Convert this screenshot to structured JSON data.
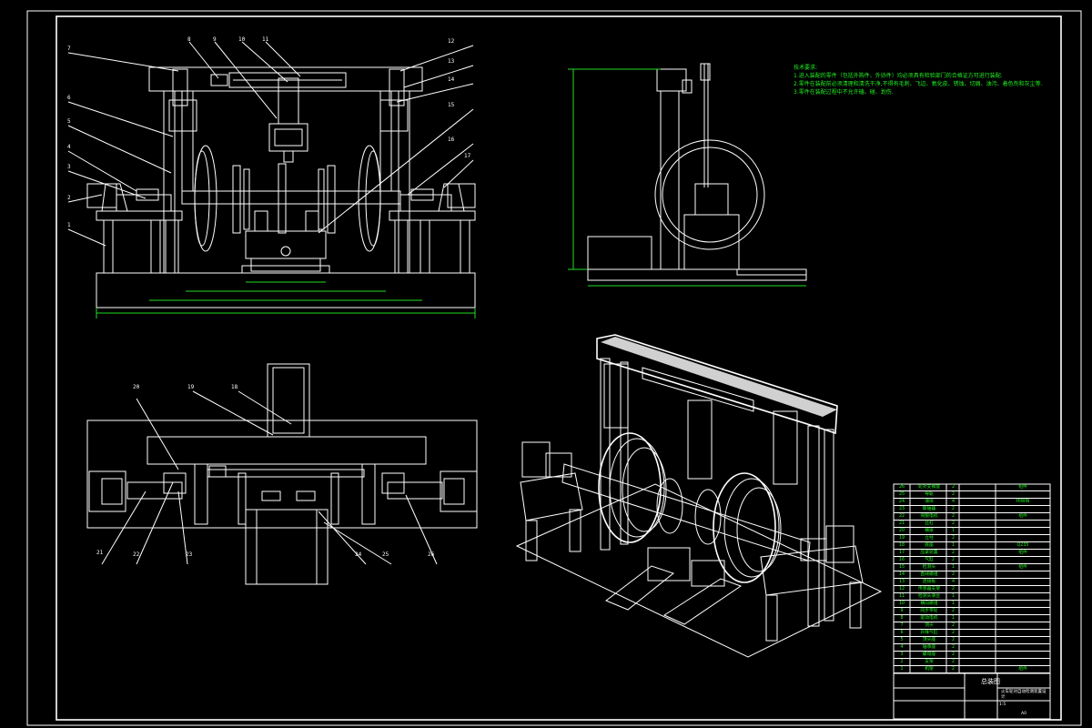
{
  "drawing": {
    "tech_requirements": {
      "heading": "技术要求:",
      "lines": [
        "1.进入装配的零件（包括外购件、外协件）均必须具有检验部门的合格证方可进行装配.",
        "2.零件在装配前必须清理和清洗干净,不得有毛刺、飞边、氧化皮、锈蚀、切屑、油污、着色剂和灰尘等.",
        "3.零件在装配过程中不允许磕、碰、划伤."
      ]
    },
    "front_view": {
      "labels_left": [
        "7",
        "6",
        "5",
        "4",
        "3",
        "2",
        "1"
      ],
      "labels_top": [
        "8",
        "9",
        "10",
        "11"
      ],
      "labels_right": [
        "12",
        "13",
        "14",
        "15",
        "16",
        "17"
      ]
    },
    "top_view": {
      "labels_top": [
        "20",
        "19",
        "18"
      ],
      "labels_bottom": [
        "21",
        "22",
        "23",
        "24",
        "25",
        "26"
      ]
    },
    "bom_table": {
      "rows": [
        {
          "no": "26",
          "name": "轮对支撑座",
          "qty": "2",
          "note": "组件"
        },
        {
          "no": "25",
          "name": "导轨",
          "qty": "2",
          "note": ""
        },
        {
          "no": "24",
          "name": "滑块",
          "qty": "4",
          "note": "HIWIN"
        },
        {
          "no": "23",
          "name": "联轴器",
          "qty": "2",
          "note": ""
        },
        {
          "no": "22",
          "name": "伺服电机",
          "qty": "2",
          "note": "组件"
        },
        {
          "no": "21",
          "name": "丝杠",
          "qty": "2",
          "note": ""
        },
        {
          "no": "20",
          "name": "横梁",
          "qty": "1",
          "note": ""
        },
        {
          "no": "19",
          "name": "立柱",
          "qty": "2",
          "note": ""
        },
        {
          "no": "18",
          "name": "底座",
          "qty": "1",
          "note": "Q235"
        },
        {
          "no": "17",
          "name": "压紧装置",
          "qty": "2",
          "note": "组件"
        },
        {
          "no": "16",
          "name": "气缸",
          "qty": "2",
          "note": ""
        },
        {
          "no": "15",
          "name": "检测头",
          "qty": "1",
          "note": "组件"
        },
        {
          "no": "14",
          "name": "直线模组",
          "qty": "2",
          "note": ""
        },
        {
          "no": "13",
          "name": "连接板",
          "qty": "4",
          "note": ""
        },
        {
          "no": "12",
          "name": "传感器支架",
          "qty": "2",
          "note": ""
        },
        {
          "no": "11",
          "name": "检测头滑台",
          "qty": "1",
          "note": ""
        },
        {
          "no": "10",
          "name": "横向模组",
          "qty": "1",
          "note": ""
        },
        {
          "no": "9",
          "name": "同步带轮",
          "qty": "2",
          "note": ""
        },
        {
          "no": "8",
          "name": "驱动电机",
          "qty": "1",
          "note": ""
        },
        {
          "no": "7",
          "name": "顶尖",
          "qty": "2",
          "note": ""
        },
        {
          "no": "6",
          "name": "升降气缸",
          "qty": "2",
          "note": ""
        },
        {
          "no": "5",
          "name": "顶尖座",
          "qty": "2",
          "note": ""
        },
        {
          "no": "4",
          "name": "轴承座",
          "qty": "2",
          "note": ""
        },
        {
          "no": "3",
          "name": "螺母座",
          "qty": "2",
          "note": ""
        },
        {
          "no": "2",
          "name": "支架",
          "qty": "2",
          "note": ""
        },
        {
          "no": "1",
          "name": "机架",
          "qty": "2",
          "note": "组件"
        }
      ],
      "title_block": {
        "drawing_title": "总装图",
        "product_name": "火车轮对自动检测装置设计",
        "scale": "1:5",
        "sheet_size": "A0"
      }
    }
  }
}
